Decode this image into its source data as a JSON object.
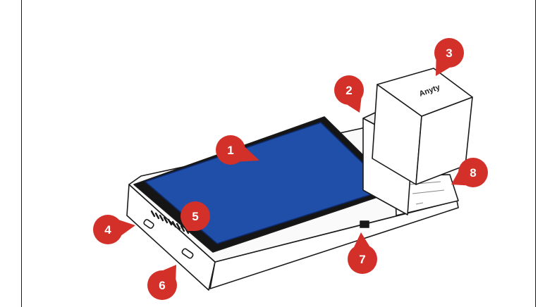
{
  "device": {
    "brand_label": "Anyty",
    "screen_color": "#1f4fa8",
    "outline_color": "#1a1a1a",
    "bezel_color": "#151515"
  },
  "callout_color": "#d3302a",
  "callouts": [
    {
      "number": "1"
    },
    {
      "number": "2"
    },
    {
      "number": "3"
    },
    {
      "number": "4"
    },
    {
      "number": "5"
    },
    {
      "number": "6"
    },
    {
      "number": "7"
    },
    {
      "number": "8"
    }
  ]
}
